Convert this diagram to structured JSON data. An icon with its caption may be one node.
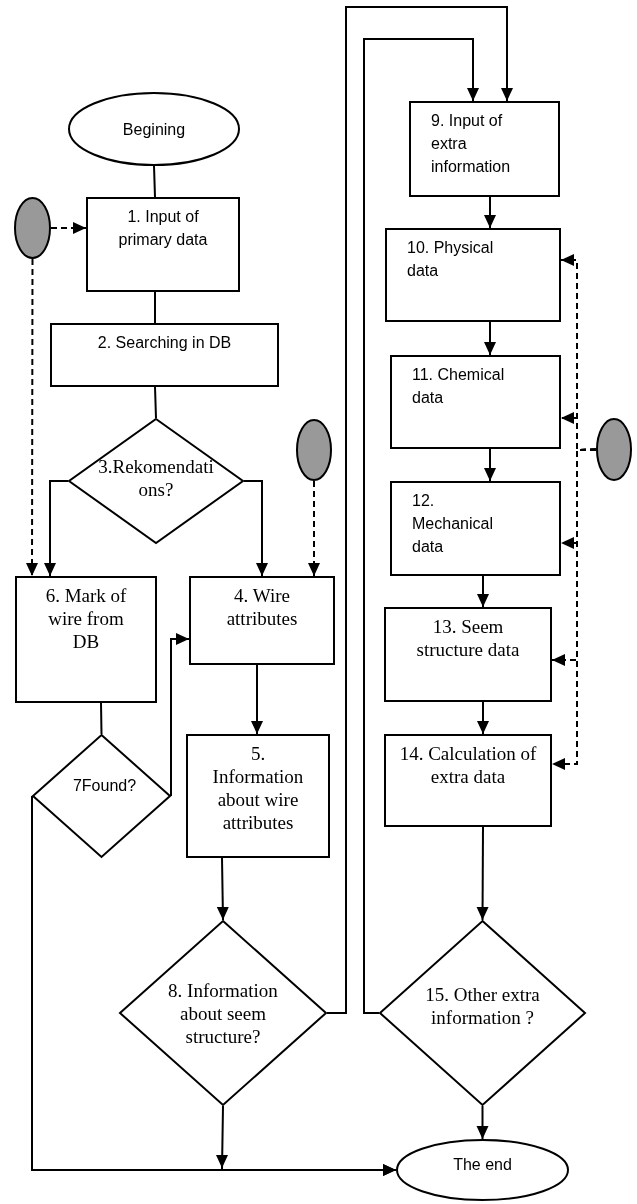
{
  "diagram": {
    "nodes": [
      {
        "text": [
          "Begining"
        ]
      },
      {
        "text": [
          "1. Input of primary data"
        ]
      },
      {
        "text": [
          "2. Searching in DB"
        ]
      },
      {
        "text": [
          "3.Rekomendati ons?"
        ]
      },
      {
        "text": [],
        "shape": "circle"
      },
      {
        "text": [],
        "shape": "circle"
      },
      {
        "text": [
          "6. Mark of wire from DB"
        ]
      },
      {
        "text": [
          "4. Wire attributes"
        ]
      },
      {
        "text": [
          "7Found?"
        ]
      },
      {
        "text": [
          "5. Information about wire attributes"
        ]
      },
      {
        "text": [
          "8. Information about seem structure?"
        ]
      },
      {
        "text": [
          "9. Input of extra information"
        ]
      },
      {
        "text": [
          "10. Physical data"
        ]
      },
      {
        "text": [
          "11. Chemical data"
        ]
      },
      {
        "text": [
          "12. Mechanical data"
        ]
      },
      {
        "text": [
          "13. Seem structure data"
        ]
      },
      {
        "text": [
          "14. Calculation of extra data"
        ]
      },
      {
        "text": [
          "15. Other extra information ?"
        ]
      },
      {
        "text": [
          "The end"
        ]
      },
      {
        "text": [],
        "shape": "circle"
      }
    ],
    "edges": [
      {
        "from": 0,
        "to": 1,
        "arrow": "none"
      },
      {
        "from": 1,
        "to": 2,
        "arrow": "none"
      },
      {
        "from": 2,
        "to": 3,
        "arrow": "none"
      },
      {
        "from": 3,
        "to": 6,
        "arrow": "to"
      },
      {
        "from": 3,
        "to": 7,
        "arrow": "to"
      },
      {
        "from": 4,
        "to": 1,
        "arrow": "to",
        "style": "dashed"
      },
      {
        "from": 4,
        "to": 6,
        "arrow": "to",
        "style": "dashed"
      },
      {
        "from": 5,
        "to": 7,
        "arrow": "to",
        "style": "dashed"
      },
      {
        "from": 6,
        "to": 8,
        "arrow": "none"
      },
      {
        "from": 8,
        "to": 7,
        "arrow": "to"
      },
      {
        "from": 8,
        "to": 18,
        "arrow": "to"
      },
      {
        "from": 7,
        "to": 9,
        "arrow": "to"
      },
      {
        "from": 9,
        "to": 10,
        "arrow": "to"
      },
      {
        "from": 10,
        "to": 18,
        "arrow": "to"
      },
      {
        "from": 10,
        "to": 11,
        "arrow": "to"
      },
      {
        "from": 11,
        "to": 12,
        "arrow": "to"
      },
      {
        "from": 12,
        "to": 13,
        "arrow": "to"
      },
      {
        "from": 13,
        "to": 14,
        "arrow": "to"
      },
      {
        "from": 14,
        "to": 15,
        "arrow": "to"
      },
      {
        "from": 15,
        "to": 16,
        "arrow": "to"
      },
      {
        "from": 16,
        "to": 17,
        "arrow": "to"
      },
      {
        "from": 17,
        "to": 11,
        "arrow": "to"
      },
      {
        "from": 17,
        "to": 18,
        "arrow": "to"
      },
      {
        "from": 19,
        "to": 12,
        "arrow": "to",
        "style": "dashed"
      },
      {
        "from": 19,
        "to": 13,
        "arrow": "to",
        "style": "dashed"
      },
      {
        "from": 19,
        "to": 14,
        "arrow": "to",
        "style": "dashed"
      },
      {
        "from": 19,
        "to": 15,
        "arrow": "to",
        "style": "dashed"
      },
      {
        "from": 19,
        "to": 16,
        "arrow": "to",
        "style": "dashed"
      }
    ]
  }
}
